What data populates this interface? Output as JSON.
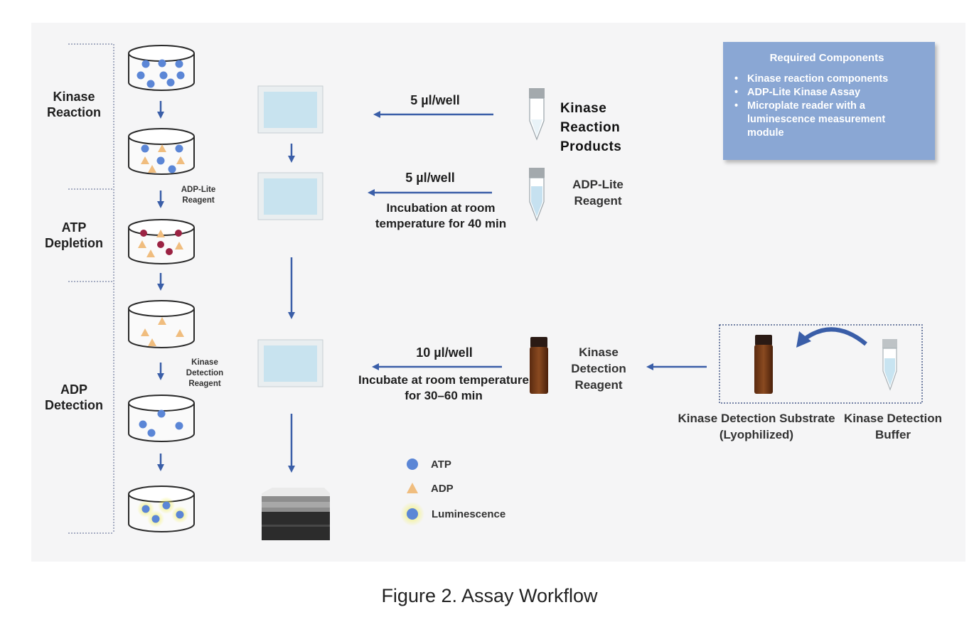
{
  "stages": {
    "kinase_reaction": "Kinase Reaction",
    "atp_depletion": "ATP Depletion",
    "adp_detection": "ADP Detection"
  },
  "step_labels": {
    "adp_lite_reagent": "ADP-Lite Reagent",
    "kinase_detection_reagent": "Kinase Detection Reagent"
  },
  "steps": {
    "step1_volume": "5 µl/well",
    "step2_volume": "5 µl/well",
    "step2_incubation": "Incubation at room temperature for 40 min",
    "step3_volume": "10 µl/well",
    "step3_incubation": "Incubate at room temperature for 30–60 min"
  },
  "reagents": {
    "kinase_reaction_products": "Kinase Reaction Products",
    "adp_lite_reagent": "ADP-Lite Reagent",
    "kinase_detection_reagent": "Kinase Detection Reagent",
    "kinase_detection_substrate": "Kinase Detection Substrate (Lyophilized)",
    "kinase_detection_buffer": "Kinase Detection Buffer"
  },
  "legend": {
    "atp": "ATP",
    "adp": "ADP",
    "luminescence": "Luminescence"
  },
  "required_components": {
    "title": "Required Components",
    "items": [
      "Kinase reaction components",
      "ADP-Lite Kinase Assay",
      "Microplate reader with a luminescence measurement module"
    ]
  },
  "caption": "Figure 2. Assay Workflow",
  "colors": {
    "arrow": "#3a5ea8",
    "atp": "#5b86d6",
    "adp": "#f0bd7e",
    "depleted": "#9b2343",
    "plate": "#c8e3ef",
    "components_box": "#8aa7d4",
    "luminescence": "#f0ef7a"
  }
}
